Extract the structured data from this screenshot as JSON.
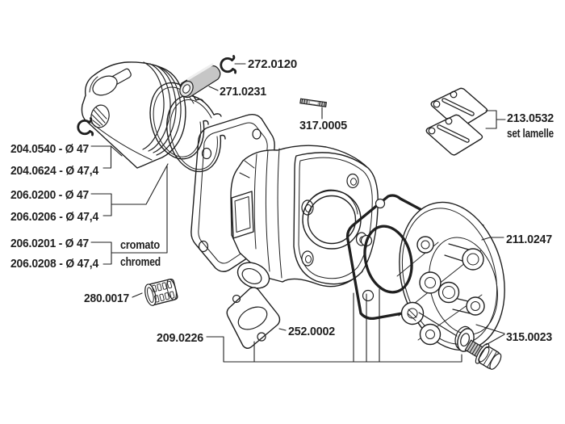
{
  "colors": {
    "background": "#ffffff",
    "line": "#1f1f1f",
    "metal": "#c6c6c6"
  },
  "labels": {
    "circlip": "272.0120",
    "piston_pin": "271.0231",
    "stud": "317.0005",
    "reed_set": "213.0532",
    "reed_set_sub": "set lamelle",
    "piston_d47": "204.0540 - Ø 47",
    "piston_d474": "204.0624 - Ø 47,4",
    "rings_d47": "206.0200 - Ø 47",
    "rings_d474": "206.0206 - Ø 47,4",
    "rings_chrome_d47": "206.0201 - Ø 47",
    "rings_chrome_d474": "206.0208 - Ø 47,4",
    "note_it": "cromato",
    "note_en": "chromed",
    "bearing": "280.0017",
    "gasket_set": "209.0226",
    "exhaust_gasket": "252.0002",
    "cylinder_head": "211.0247",
    "bolt_kit": "315.0023"
  }
}
